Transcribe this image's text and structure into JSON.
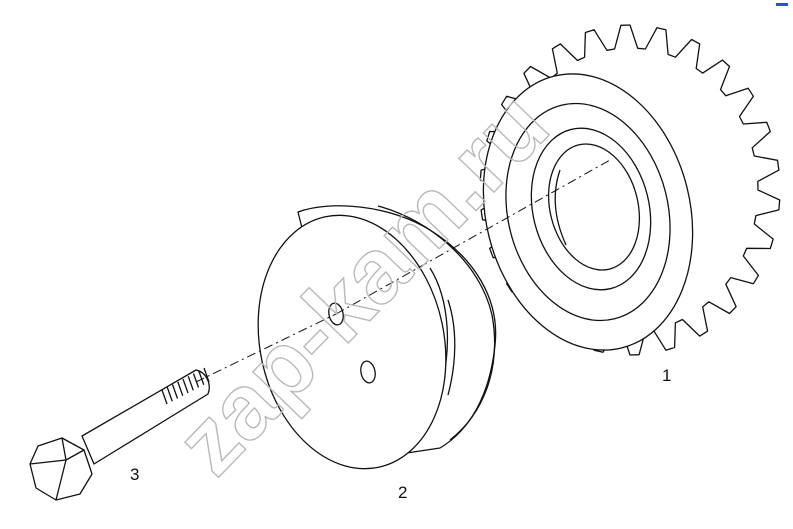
{
  "callouts": {
    "gear": "1",
    "pulley": "2",
    "bolt": "3"
  },
  "watermark": "zap-kam.ru",
  "colors": {
    "line": "#111111",
    "watermark": "#b9b9b9",
    "background": "#ffffff",
    "corner_mark": "#2b4fd8"
  }
}
